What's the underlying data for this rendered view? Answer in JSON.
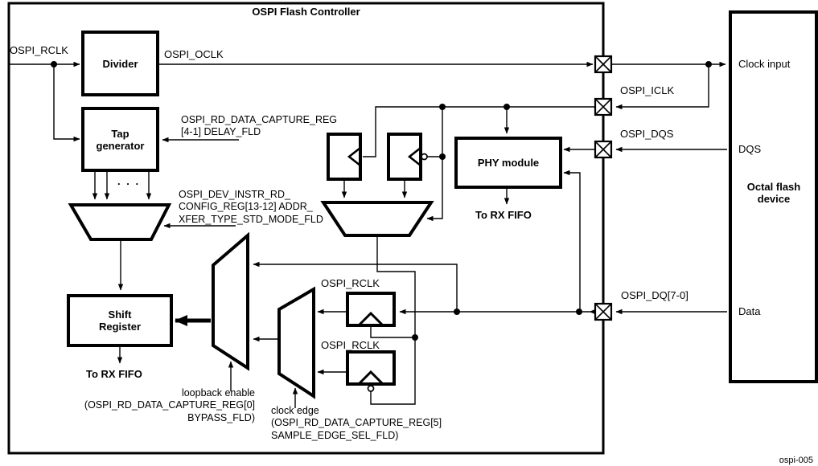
{
  "title": "OSPI Flash Controller",
  "figure_id": "ospi-005",
  "blocks": {
    "divider": "Divider",
    "tap_generator": "Tap generator",
    "phy_module": "PHY module",
    "shift_register": "Shift Register"
  },
  "signals": {
    "ospi_rclk": "OSPI_RCLK",
    "ospi_oclk": "OSPI_OCLK",
    "ospi_iclk": "OSPI_ICLK",
    "ospi_dqs": "OSPI_DQS",
    "ospi_dq": "OSPI_DQ[7-0]",
    "capture_ff1_clock": "OSPI_RCLK",
    "capture_ff2_clock": "OSPI_RCLK"
  },
  "labels": {
    "to_rx_fifo_shift": "To RX FIFO",
    "to_rx_fifo_phy": "To RX FIFO",
    "tap_ellipsis": ". . ."
  },
  "annotations": {
    "delay_field": [
      "OSPI_RD_DATA_CAPTURE_REG",
      "[4-1] DELAY_FLD"
    ],
    "xfer_type_field": [
      "OSPI_DEV_INSTR_RD_",
      "CONFIG_REG[13-12] ADDR_",
      "XFER_TYPE_STD_MODE_FLD"
    ],
    "loopback_enable": [
      "loopback enable",
      "(OSPI_RD_DATA_CAPTURE_REG[0]",
      "BYPASS_FLD)"
    ],
    "clock_edge": [
      "clock edge",
      "(OSPI_RD_DATA_CAPTURE_REG[5]",
      "SAMPLE_EDGE_SEL_FLD)"
    ]
  },
  "flash_device": {
    "name": "Octal flash device",
    "pin_clock": "Clock input",
    "pin_dqs": "DQS",
    "pin_data": "Data"
  },
  "colors": {
    "ink": "#000000",
    "background": "#ffffff"
  }
}
